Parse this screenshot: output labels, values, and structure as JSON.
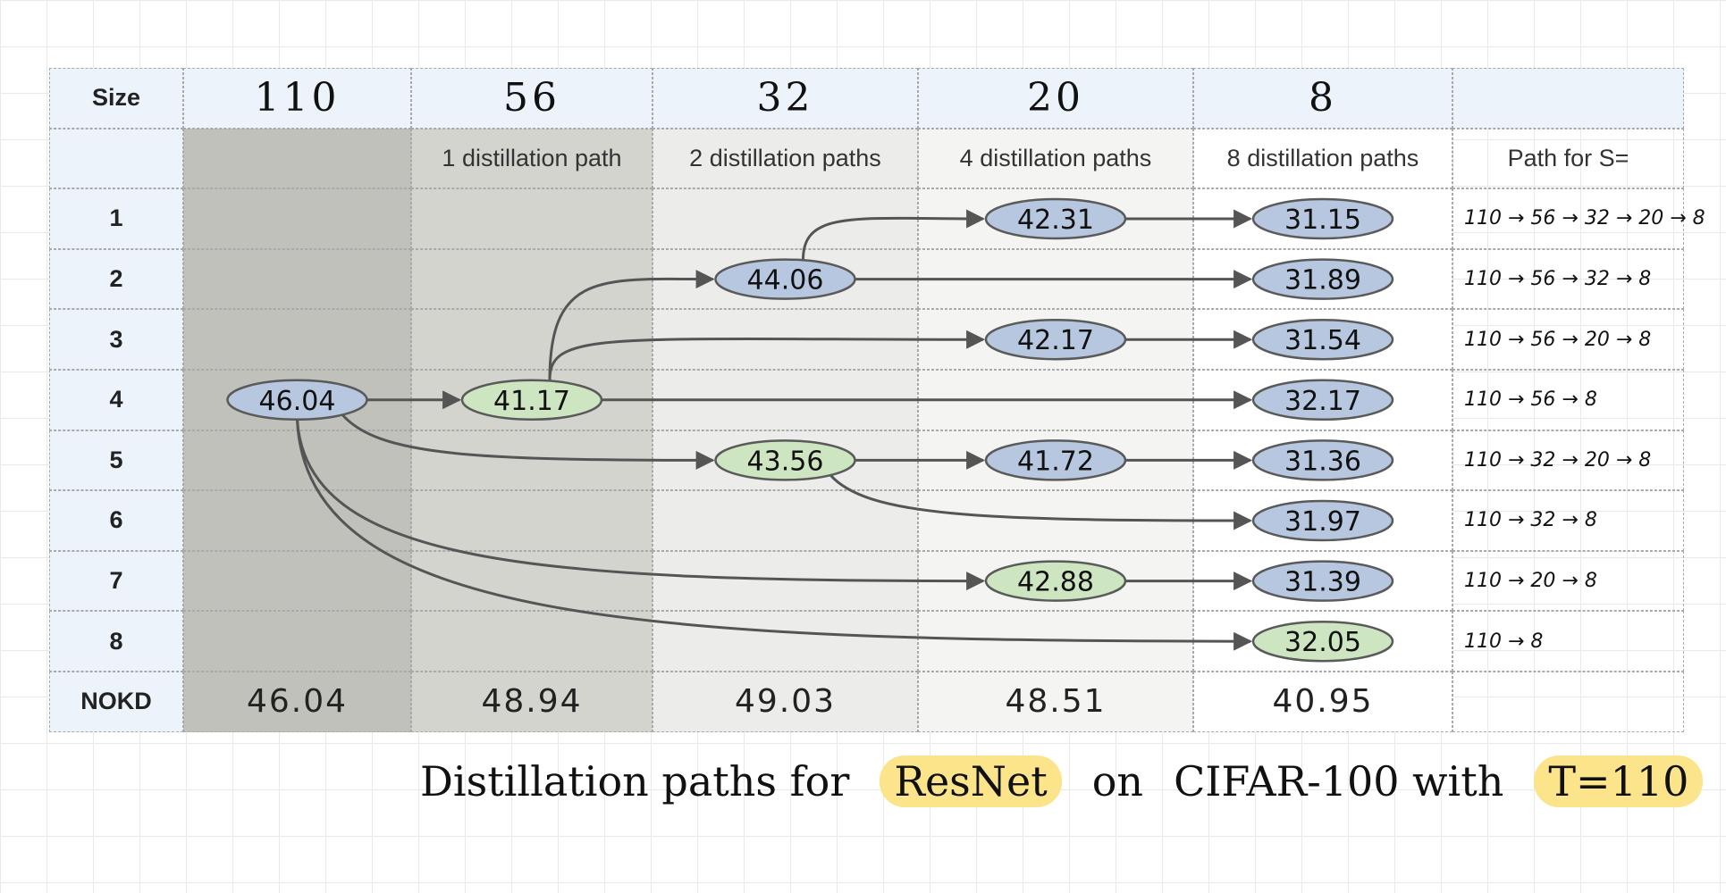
{
  "table": {
    "size_label": "Size",
    "size_columns": [
      "110",
      "56",
      "32",
      "20",
      "8"
    ],
    "subheaders": [
      "1 distillation path",
      "2 distillation paths",
      "4 distillation paths",
      "8 distillation paths"
    ],
    "path_header": "Path for S=",
    "row_labels": [
      "1",
      "2",
      "3",
      "4",
      "5",
      "6",
      "7",
      "8"
    ],
    "nokd_label": "NOKD",
    "nokd_values": [
      "46.04",
      "48.94",
      "49.03",
      "48.51",
      "40.95"
    ],
    "paths": [
      "110 → 56 → 32 → 20 → 8",
      "110 → 56 → 32 → 8",
      "110 → 56 → 20 → 8",
      "110 → 56 → 8",
      "110 → 32 → 20 → 8",
      "110 → 32 → 8",
      "110 → 20 → 8",
      "110 → 8"
    ]
  },
  "nodes": [
    {
      "id": "n110",
      "label": "46.04",
      "col": 0,
      "row": 4,
      "color": "blue"
    },
    {
      "id": "n56",
      "label": "41.17",
      "col": 1,
      "row": 4,
      "color": "green"
    },
    {
      "id": "n32a",
      "label": "44.06",
      "col": 2,
      "row": 2,
      "color": "blue"
    },
    {
      "id": "n32b",
      "label": "43.56",
      "col": 2,
      "row": 5,
      "color": "green"
    },
    {
      "id": "n20a",
      "label": "42.31",
      "col": 3,
      "row": 1,
      "color": "blue"
    },
    {
      "id": "n20b",
      "label": "42.17",
      "col": 3,
      "row": 3,
      "color": "blue"
    },
    {
      "id": "n20c",
      "label": "41.72",
      "col": 3,
      "row": 5,
      "color": "blue"
    },
    {
      "id": "n20d",
      "label": "42.88",
      "col": 3,
      "row": 7,
      "color": "green"
    },
    {
      "id": "n8a",
      "label": "31.15",
      "col": 4,
      "row": 1,
      "color": "blue"
    },
    {
      "id": "n8b",
      "label": "31.89",
      "col": 4,
      "row": 2,
      "color": "blue"
    },
    {
      "id": "n8c",
      "label": "31.54",
      "col": 4,
      "row": 3,
      "color": "blue"
    },
    {
      "id": "n8d",
      "label": "32.17",
      "col": 4,
      "row": 4,
      "color": "blue"
    },
    {
      "id": "n8e",
      "label": "31.36",
      "col": 4,
      "row": 5,
      "color": "blue"
    },
    {
      "id": "n8f",
      "label": "31.97",
      "col": 4,
      "row": 6,
      "color": "blue"
    },
    {
      "id": "n8g",
      "label": "31.39",
      "col": 4,
      "row": 7,
      "color": "blue"
    },
    {
      "id": "n8h",
      "label": "32.05",
      "col": 4,
      "row": 8,
      "color": "green"
    }
  ],
  "edges": [
    [
      "n110",
      "n56"
    ],
    [
      "n110",
      "n32b"
    ],
    [
      "n110",
      "n20d"
    ],
    [
      "n110",
      "n8h"
    ],
    [
      "n56",
      "n32a"
    ],
    [
      "n56",
      "n20b"
    ],
    [
      "n56",
      "n8d"
    ],
    [
      "n32a",
      "n20a"
    ],
    [
      "n32a",
      "n8b"
    ],
    [
      "n32b",
      "n20c"
    ],
    [
      "n32b",
      "n8f"
    ],
    [
      "n20a",
      "n8a"
    ],
    [
      "n20b",
      "n8c"
    ],
    [
      "n20c",
      "n8e"
    ],
    [
      "n20d",
      "n8g"
    ]
  ],
  "colors": {
    "node_blue": "#b6c7df",
    "node_green": "#cde5c0",
    "node_stroke": "#5a5a5a",
    "arrow": "#555555",
    "shade_110": "#c1c1bb",
    "shade_56": "#d4d4cf",
    "shade_32": "#ececea",
    "shade_20": "#f4f4f2",
    "header_bg": "#edf3fa",
    "highlight": "#fbe48a"
  },
  "caption": {
    "part1": "Distillation paths for",
    "highlight1": "ResNet",
    "part2": "on",
    "part3": "CIFAR-100 with",
    "highlight2": "T=110"
  }
}
